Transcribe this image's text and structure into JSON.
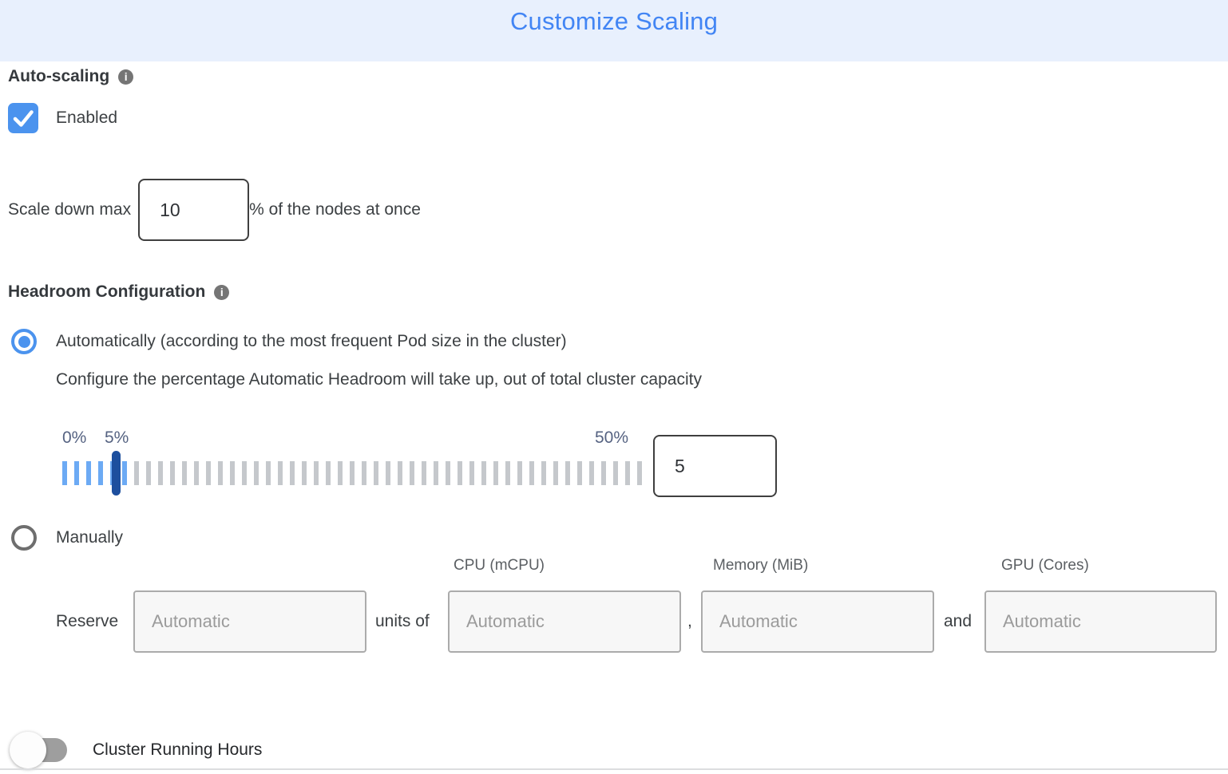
{
  "header": {
    "title": "Customize Scaling"
  },
  "autoscaling": {
    "label": "Auto-scaling",
    "enabled_label": "Enabled",
    "checked": true
  },
  "scale_down": {
    "prefix": "Scale down max",
    "value": "10",
    "suffix": "% of the nodes at once"
  },
  "headroom": {
    "label": "Headroom Configuration",
    "selected_mode": "automatic",
    "automatic": {
      "label": "Automatically (according to the most frequent Pod size in the cluster)",
      "description": "Configure the percentage Automatic Headroom will take up, out of total cluster capacity",
      "slider": {
        "min_label": "0%",
        "current_label": "5%",
        "max_label": "50%",
        "value": "5"
      }
    },
    "manual": {
      "label": "Manually",
      "reserve_label": "Reserve",
      "units_of_label": "units of",
      "comma": ",",
      "and_label": "and",
      "columns": [
        "CPU (mCPU)",
        "Memory (MiB)",
        "GPU (Cores)"
      ],
      "placeholder": "Automatic"
    }
  },
  "cluster_running_hours": {
    "label": "Cluster Running Hours",
    "enabled": false
  },
  "colors": {
    "accent_blue": "#4b93ee",
    "title_blue": "#4285f4",
    "header_background": "#e8f0fd",
    "slider_handle": "#1d4f9e",
    "slider_tick_active": "#6caaf4",
    "slider_tick_inactive": "#c5c8cc"
  }
}
